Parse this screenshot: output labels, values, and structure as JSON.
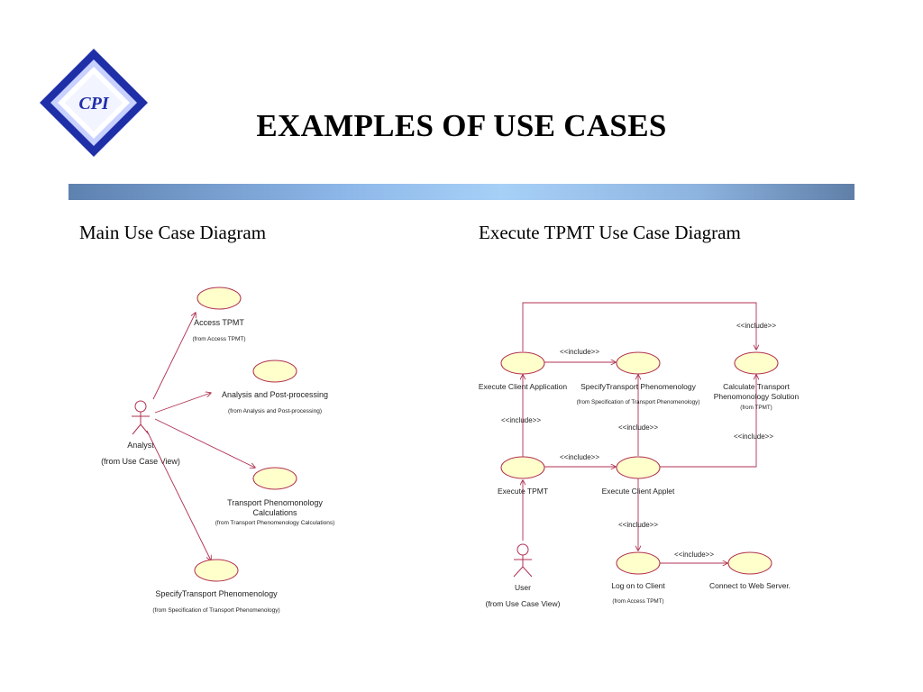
{
  "slide": {
    "title": "EXAMPLES OF USE CASES",
    "logo_text": "CPI",
    "left_heading": "Main Use Case Diagram",
    "right_heading": "Execute TPMT Use Case Diagram"
  },
  "colors": {
    "usecase_fill": "#ffffcc",
    "line": "#b03050",
    "logo_blue": "#1f2fa8",
    "bar_mid": "#a7d0f7"
  },
  "main_diagram": {
    "actor": {
      "name": "Analyst",
      "source": "(from Use Case View)"
    },
    "use_cases": [
      {
        "name": "Access TPMT",
        "source": "(from Access TPMT)"
      },
      {
        "name": "Analysis and Post-processing",
        "source": "(from Analysis and Post-processing)"
      },
      {
        "name_line1": "Transport Phenomonology",
        "name_line2": "Calculations",
        "source": "(from Transport Phenomenology Calculations)"
      },
      {
        "name": "SpecifyTransport Phenomenology",
        "source": "(from Specification of Transport Phenomenology)"
      }
    ]
  },
  "execute_diagram": {
    "actor": {
      "name": "User",
      "source": "(from Use Case View)"
    },
    "use_cases": {
      "execute_client_application": {
        "name": "Execute Client Application"
      },
      "specify_transport": {
        "name": "SpecifyTransport Phenomenology",
        "source": "(from Specification of Transport Phenomenology)"
      },
      "calculate_transport": {
        "name_line1": "Calculate Transport",
        "name_line2": "Phenomonology Solution",
        "source": "(from TPMT)"
      },
      "execute_tpmt": {
        "name": "Execute TPMT"
      },
      "execute_client_applet": {
        "name": "Execute Client Applet"
      },
      "log_on": {
        "name": "Log on to Client",
        "source": "(from Access TPMT)"
      },
      "connect_web": {
        "name": "Connect to Web Server."
      }
    },
    "include_label": "<<include>>"
  }
}
